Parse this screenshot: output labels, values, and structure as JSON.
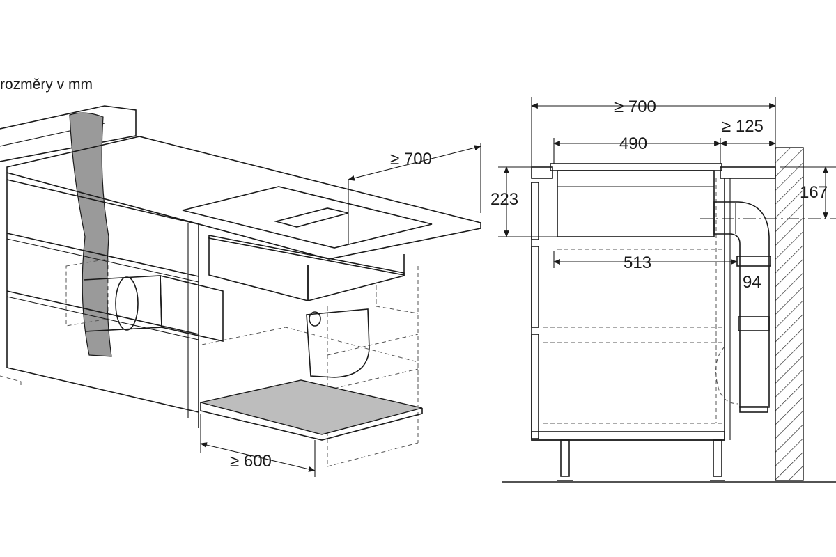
{
  "caption": "rozměry v mm",
  "perspective_view": {
    "depth_dimension": "≥ 700",
    "width_dimension": "≥ 600"
  },
  "section_view": {
    "overall_depth": "≥ 700",
    "unit_depth": "490",
    "wall_clearance": "≥ 125",
    "unit_height": "223",
    "duct_height": "167",
    "duct_offset": "513",
    "duct_width": "94"
  },
  "colors": {
    "line": "#1a1a1a",
    "duct_fill": "#9a9a9a",
    "filter_tray_fill": "#bdbdbd",
    "background": "#ffffff"
  }
}
